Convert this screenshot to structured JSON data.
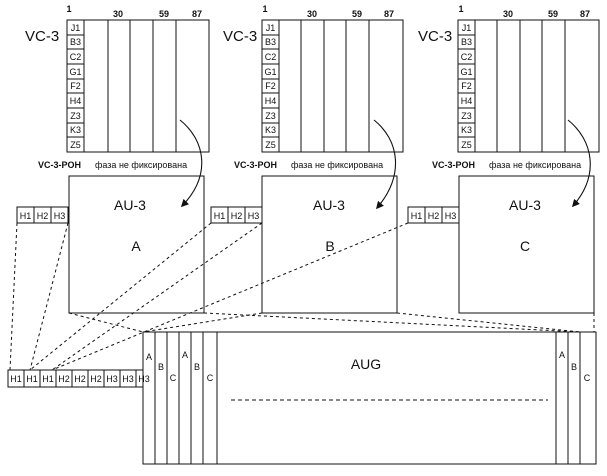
{
  "vc_blocks": [
    {
      "title": "VC-3",
      "column_numbers": [
        "1",
        "30",
        "59",
        "87"
      ],
      "poh_bytes": [
        "J1",
        "B3",
        "C2",
        "G1",
        "F2",
        "H4",
        "Z3",
        "K3",
        "Z5"
      ],
      "poh_label": "VC-3-POH",
      "phase_label": "фаза не фиксирована"
    },
    {
      "title": "VC-3",
      "column_numbers": [
        "1",
        "30",
        "59",
        "87"
      ],
      "poh_bytes": [
        "J1",
        "B3",
        "C2",
        "G1",
        "F2",
        "H4",
        "Z3",
        "K3",
        "Z5"
      ],
      "poh_label": "VC-3-POH",
      "phase_label": "фаза не фиксирована"
    },
    {
      "title": "VC-3",
      "column_numbers": [
        "1",
        "30",
        "59",
        "87"
      ],
      "poh_bytes": [
        "J1",
        "B3",
        "C2",
        "G1",
        "F2",
        "H4",
        "Z3",
        "K3",
        "Z5"
      ],
      "poh_label": "VC-3-POH",
      "phase_label": "фаза не фиксирована"
    }
  ],
  "au_blocks": [
    {
      "title": "AU-3",
      "letter": "A",
      "pointers": [
        "H1",
        "H2",
        "H3"
      ]
    },
    {
      "title": "AU-3",
      "letter": "B",
      "pointers": [
        "H1",
        "H2",
        "H3"
      ]
    },
    {
      "title": "AU-3",
      "letter": "C",
      "pointers": [
        "H1",
        "H2",
        "H3"
      ]
    }
  ],
  "aug": {
    "title": "AUG",
    "pointer_row": [
      "H1",
      "H1",
      "H1",
      "H2",
      "H2",
      "H2",
      "H3",
      "H3",
      "H3"
    ],
    "left_columns": [
      "A",
      "B",
      "C",
      "A",
      "B",
      "C"
    ],
    "right_columns": [
      "A",
      "B",
      "C"
    ]
  }
}
